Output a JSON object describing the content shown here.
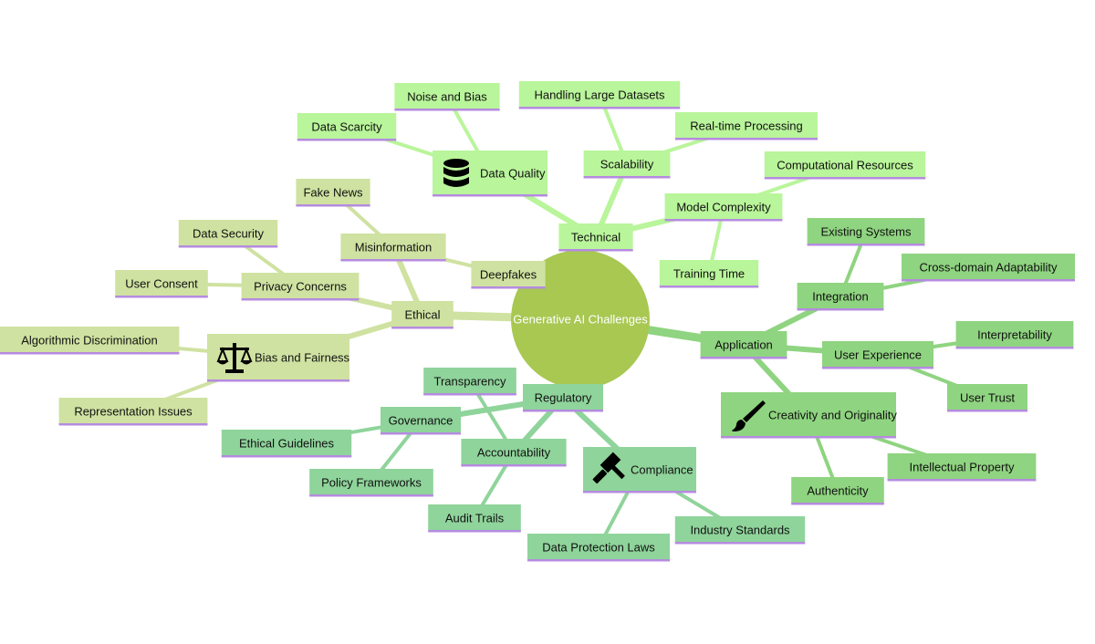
{
  "root": "Generative AI Challenges",
  "branches": [
    {
      "key": "technical",
      "label": "Technical",
      "color": "#b9f59a",
      "children": [
        {
          "key": "data-quality",
          "label": "Data Quality",
          "icon": "database-icon",
          "children": [
            {
              "key": "data-scarcity",
              "label": "Data Scarcity"
            },
            {
              "key": "noise-and-bias",
              "label": "Noise and Bias"
            }
          ]
        },
        {
          "key": "scalability",
          "label": "Scalability",
          "children": [
            {
              "key": "handling-large-datasets",
              "label": "Handling Large Datasets"
            },
            {
              "key": "real-time-processing",
              "label": "Real-time Processing"
            }
          ]
        },
        {
          "key": "model-complexity",
          "label": "Model Complexity",
          "children": [
            {
              "key": "computational-resources",
              "label": "Computational Resources"
            },
            {
              "key": "training-time",
              "label": "Training Time"
            }
          ]
        }
      ]
    },
    {
      "key": "ethical",
      "label": "Ethical",
      "color": "#cfe2a1",
      "children": [
        {
          "key": "misinformation",
          "label": "Misinformation",
          "children": [
            {
              "key": "fake-news",
              "label": "Fake News"
            },
            {
              "key": "deepfakes",
              "label": "Deepfakes"
            }
          ]
        },
        {
          "key": "privacy-concerns",
          "label": "Privacy Concerns",
          "children": [
            {
              "key": "data-security",
              "label": "Data Security"
            },
            {
              "key": "user-consent",
              "label": "User Consent"
            }
          ]
        },
        {
          "key": "bias-and-fairness",
          "label": "Bias and Fairness",
          "icon": "balance-scale-icon",
          "children": [
            {
              "key": "algorithmic-discrimination",
              "label": "Algorithmic Discrimination"
            },
            {
              "key": "representation-issues",
              "label": "Representation Issues"
            }
          ]
        }
      ]
    },
    {
      "key": "regulatory",
      "label": "Regulatory",
      "color": "#8fd49b",
      "children": [
        {
          "key": "governance",
          "label": "Governance",
          "children": [
            {
              "key": "ethical-guidelines",
              "label": "Ethical Guidelines"
            },
            {
              "key": "policy-frameworks",
              "label": "Policy Frameworks"
            }
          ]
        },
        {
          "key": "accountability",
          "label": "Accountability",
          "children": [
            {
              "key": "transparency",
              "label": "Transparency"
            },
            {
              "key": "audit-trails",
              "label": "Audit Trails"
            }
          ]
        },
        {
          "key": "compliance",
          "label": "Compliance",
          "icon": "gavel-icon",
          "children": [
            {
              "key": "data-protection-laws",
              "label": "Data Protection Laws"
            },
            {
              "key": "industry-standards",
              "label": "Industry Standards"
            }
          ]
        }
      ]
    },
    {
      "key": "application",
      "label": "Application",
      "color": "#8fd480",
      "children": [
        {
          "key": "integration",
          "label": "Integration",
          "children": [
            {
              "key": "existing-systems",
              "label": "Existing Systems"
            },
            {
              "key": "cross-domain-adaptability",
              "label": "Cross-domain Adaptability"
            }
          ]
        },
        {
          "key": "user-experience",
          "label": "User Experience",
          "children": [
            {
              "key": "interpretability",
              "label": "Interpretability"
            },
            {
              "key": "user-trust",
              "label": "User Trust"
            }
          ]
        },
        {
          "key": "creativity-and-originality",
          "label": "Creativity and Originality",
          "icon": "paintbrush-icon",
          "children": [
            {
              "key": "authenticity",
              "label": "Authenticity"
            },
            {
              "key": "intellectual-property",
              "label": "Intellectual Property"
            }
          ]
        }
      ]
    }
  ],
  "colors": {
    "root": "#a8c852",
    "underline": "#b58be0"
  }
}
